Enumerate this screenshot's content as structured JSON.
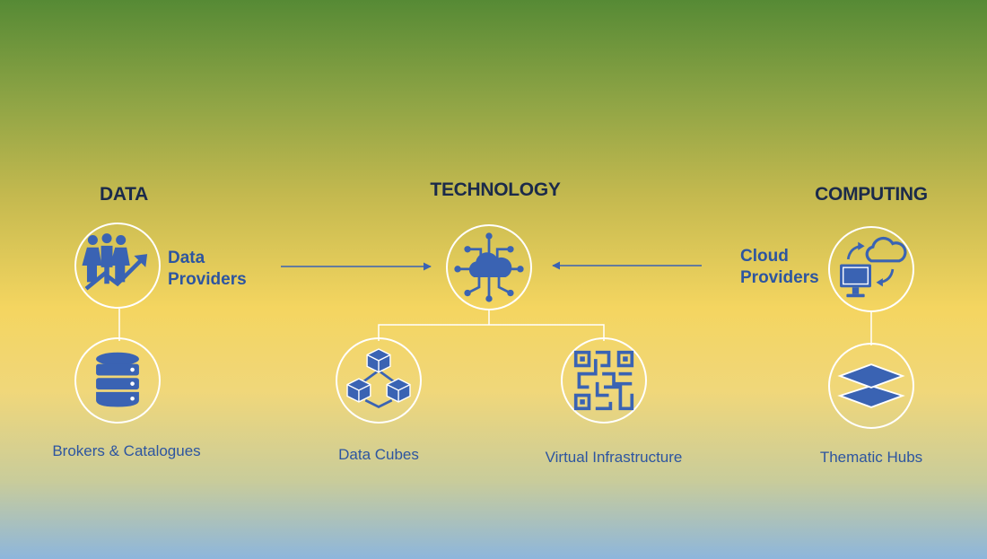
{
  "headings": {
    "data": "DATA",
    "technology": "TECHNOLOGY",
    "computing": "COMPUTING"
  },
  "data_column": {
    "providers_label_line1": "Data",
    "providers_label_line2": "Providers",
    "brokers_label": "Brokers & Catalogues",
    "providers_icon": "people-growth-icon",
    "brokers_icon": "database-icon"
  },
  "technology_column": {
    "hub_icon": "cloud-network-icon",
    "cubes_label": "Data Cubes",
    "cubes_icon": "data-cubes-icon",
    "infra_label": "Virtual Infrastructure",
    "infra_icon": "circuit-maze-icon"
  },
  "computing_column": {
    "cloud_label_line1": "Cloud",
    "cloud_label_line2": "Providers",
    "cloud_icon": "cloud-sync-monitor-icon",
    "hubs_label": "Thematic Hubs",
    "hubs_icon": "layers-icon"
  },
  "colors": {
    "icon_blue": "#3a63b3",
    "label_blue": "#2d55a0",
    "heading_navy": "#1b2a4a",
    "line_white": "#ffffff"
  }
}
